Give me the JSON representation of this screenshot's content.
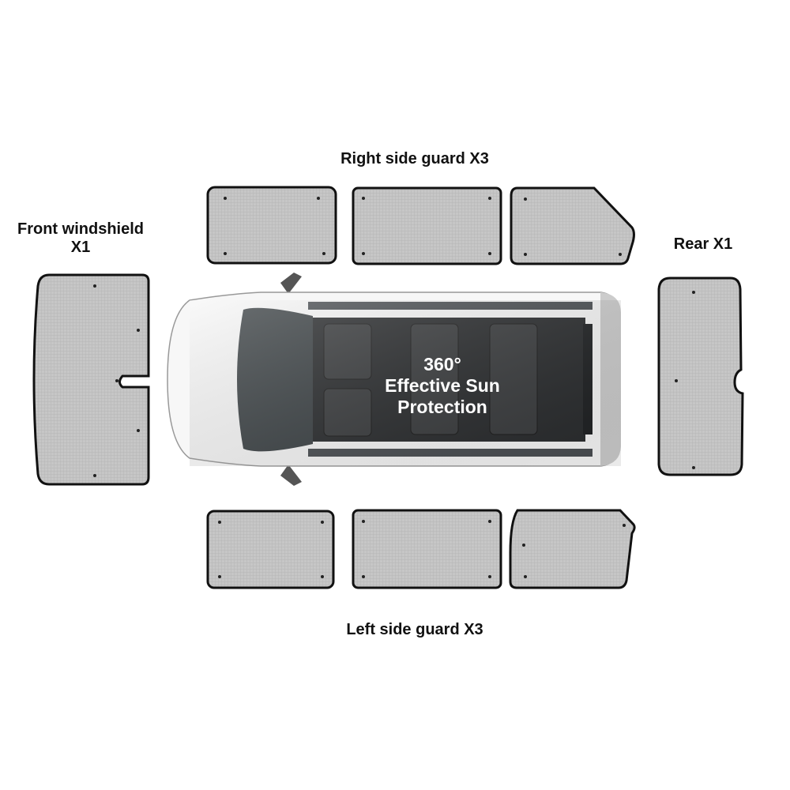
{
  "labels": {
    "right_side": "Right side guard X3",
    "front_line1": "Front windshield",
    "front_line2": "X1",
    "rear": "Rear X1",
    "left_side": "Left side guard X3"
  },
  "center_text": {
    "line1": "360°",
    "line2": "Effective Sun",
    "line3": "Protection"
  },
  "colors": {
    "panel_fill": "#c4c4c4",
    "panel_border": "#111111",
    "van_body": "#ffffff",
    "van_interior": "#2a2c2e"
  }
}
